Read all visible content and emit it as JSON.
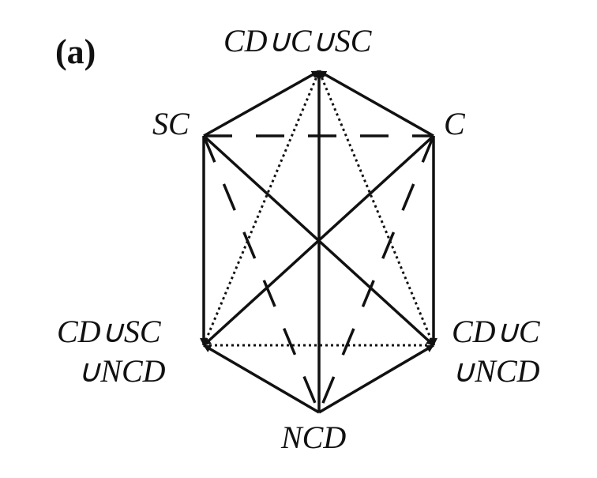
{
  "panel_label": "(a)",
  "nodes": {
    "top": "CD∪C∪SC",
    "sc": "SC",
    "c": "C",
    "left_bottom_line1": "CD∪SC",
    "left_bottom_line2": "∪NCD",
    "right_bottom_line1": "CD∪C",
    "right_bottom_line2": "∪NCD",
    "ncd": "NCD"
  },
  "edges": [
    {
      "from": "sc",
      "to": "top",
      "style": "solid",
      "arrow": true
    },
    {
      "from": "c",
      "to": "top",
      "style": "solid",
      "arrow": true
    },
    {
      "from": "ncd",
      "to": "top",
      "style": "solid",
      "arrow": false
    },
    {
      "from": "lb",
      "to": "top",
      "style": "dotted",
      "arrow": true
    },
    {
      "from": "rb",
      "to": "top",
      "style": "dotted",
      "arrow": true
    },
    {
      "from": "sc",
      "to": "c",
      "style": "dashed",
      "arrow": false
    },
    {
      "from": "sc",
      "to": "lb",
      "style": "solid",
      "arrow": true
    },
    {
      "from": "c",
      "to": "rb",
      "style": "solid",
      "arrow": true
    },
    {
      "from": "sc",
      "to": "rb",
      "style": "solid",
      "arrow": true
    },
    {
      "from": "c",
      "to": "lb",
      "style": "solid",
      "arrow": true
    },
    {
      "from": "lb",
      "to": "rb",
      "style": "dotted",
      "arrow": false
    },
    {
      "from": "ncd",
      "to": "lb",
      "style": "solid",
      "arrow": true
    },
    {
      "from": "ncd",
      "to": "rb",
      "style": "solid",
      "arrow": true
    },
    {
      "from": "sc",
      "to": "ncd",
      "style": "dashed",
      "arrow": false
    },
    {
      "from": "c",
      "to": "ncd",
      "style": "dashed",
      "arrow": false
    }
  ],
  "colors": {
    "ink": "#111111",
    "background": "#ffffff"
  }
}
